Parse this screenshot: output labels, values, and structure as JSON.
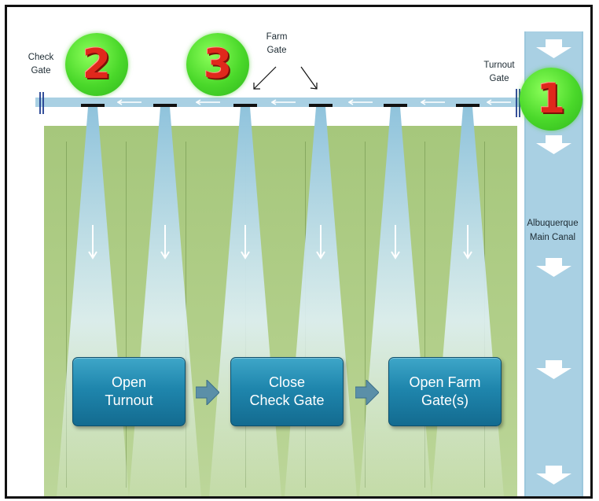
{
  "labels": {
    "check_gate": "Check\nGate",
    "farm_gate": "Farm\nGate",
    "turnout_gate": "Turnout\nGate",
    "canal": "Albuquerque\nMain Canal"
  },
  "badges": [
    "1",
    "2",
    "3"
  ],
  "steps": [
    "Open\nTurnout",
    "Close\nCheck Gate",
    "Open Farm\nGate(s)"
  ],
  "colors": {
    "canal_water": "#a9d0e3",
    "field_green": "#b2cf8a",
    "step_blue": "#1f86ad",
    "badge_green": "#4ad82a",
    "badge_digit_red": "#e0281c"
  }
}
